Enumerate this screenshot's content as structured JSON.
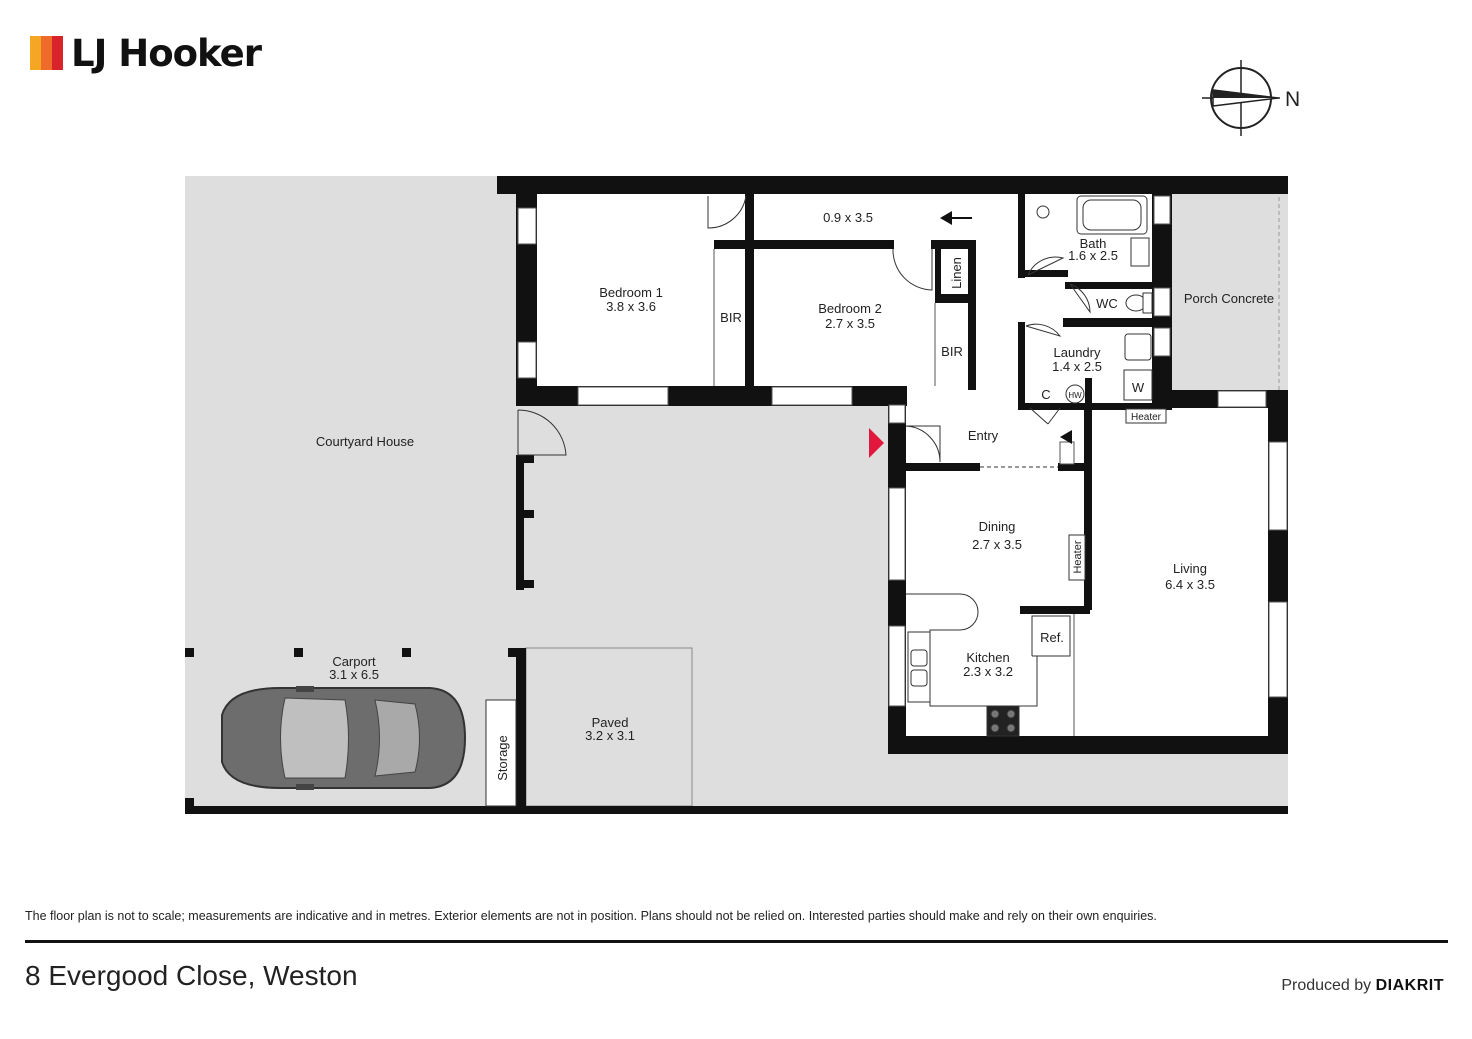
{
  "brand": {
    "logo_text": "LJ Hooker",
    "logo_colors": [
      "#f5a623",
      "#e8412c",
      "#d8232a"
    ]
  },
  "compass": {
    "north_label": "N"
  },
  "rooms": {
    "courtyard_house": {
      "name": "Courtyard House"
    },
    "bedroom1": {
      "name": "Bedroom 1",
      "dims": "3.8 x 3.6"
    },
    "hall": {
      "dims": "0.9 x 3.5"
    },
    "bir1": {
      "name": "BIR"
    },
    "bedroom2": {
      "name": "Bedroom 2",
      "dims": "2.7 x 3.5"
    },
    "bir2": {
      "name": "BIR"
    },
    "linen": {
      "name": "Linen"
    },
    "bath": {
      "name": "Bath",
      "dims": "1.6 x 2.5"
    },
    "wc": {
      "name": "WC"
    },
    "porch": {
      "name": "Porch Concrete"
    },
    "laundry": {
      "name": "Laundry",
      "dims": "1.4 x 2.5"
    },
    "w": {
      "name": "W"
    },
    "c": {
      "name": "C"
    },
    "hw": {
      "name": "HW"
    },
    "heater_top": {
      "name": "Heater"
    },
    "entry": {
      "name": "Entry"
    },
    "dining": {
      "name": "Dining",
      "dims": "2.7 x 3.5"
    },
    "heater_side": {
      "name": "Heater"
    },
    "living": {
      "name": "Living",
      "dims": "6.4 x 3.5"
    },
    "ref": {
      "name": "Ref."
    },
    "kitchen": {
      "name": "Kitchen",
      "dims": "2.3 x 3.2"
    },
    "carport": {
      "name": "Carport",
      "dims": "3.1 x 6.5"
    },
    "storage": {
      "name": "Storage"
    },
    "paved": {
      "name": "Paved",
      "dims": "3.2 x 3.1"
    }
  },
  "footer": {
    "disclaimer": "The floor plan is not to scale; measurements are indicative and in metres. Exterior elements are not in position. Plans should not be relied on. Interested parties should make and rely on their own enquiries.",
    "address": "8 Evergood Close, Weston",
    "produced_by_prefix": "Produced by",
    "produced_by_brand": "DIAKRIT"
  },
  "colors": {
    "wall": "#111111",
    "outdoor_fill": "#dedede",
    "entry_marker": "#e3173e"
  }
}
